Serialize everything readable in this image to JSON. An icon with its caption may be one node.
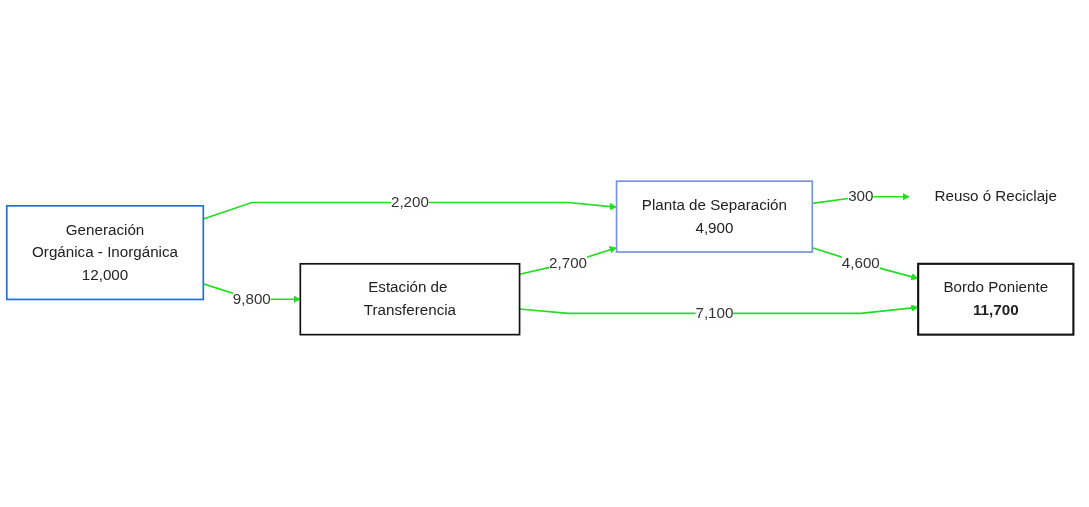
{
  "diagram": {
    "nodes": [
      {
        "text": [
          "Generación",
          "Orgánica - Inorgánica",
          "12,000"
        ]
      },
      {
        "text": [
          "Estación de Transferencia"
        ]
      },
      {
        "text": [
          "Planta de Separación",
          "4,900"
        ]
      },
      {
        "text": [
          "Reuso ó Reciclaje"
        ]
      },
      {
        "text": [
          "Bordo Poniente",
          "11,700"
        ]
      }
    ],
    "edges": [
      {
        "from": 0,
        "to": 2,
        "arrow": "to",
        "label": "2,200"
      },
      {
        "from": 0,
        "to": 1,
        "arrow": "to",
        "label": "9,800"
      },
      {
        "from": 1,
        "to": 2,
        "arrow": "to",
        "label": "2,700"
      },
      {
        "from": 2,
        "to": 3,
        "arrow": "to",
        "label": "300"
      },
      {
        "from": 1,
        "to": 4,
        "arrow": "to",
        "label": "7,100"
      },
      {
        "from": 2,
        "to": 4,
        "arrow": "to",
        "label": "4,600"
      }
    ]
  }
}
